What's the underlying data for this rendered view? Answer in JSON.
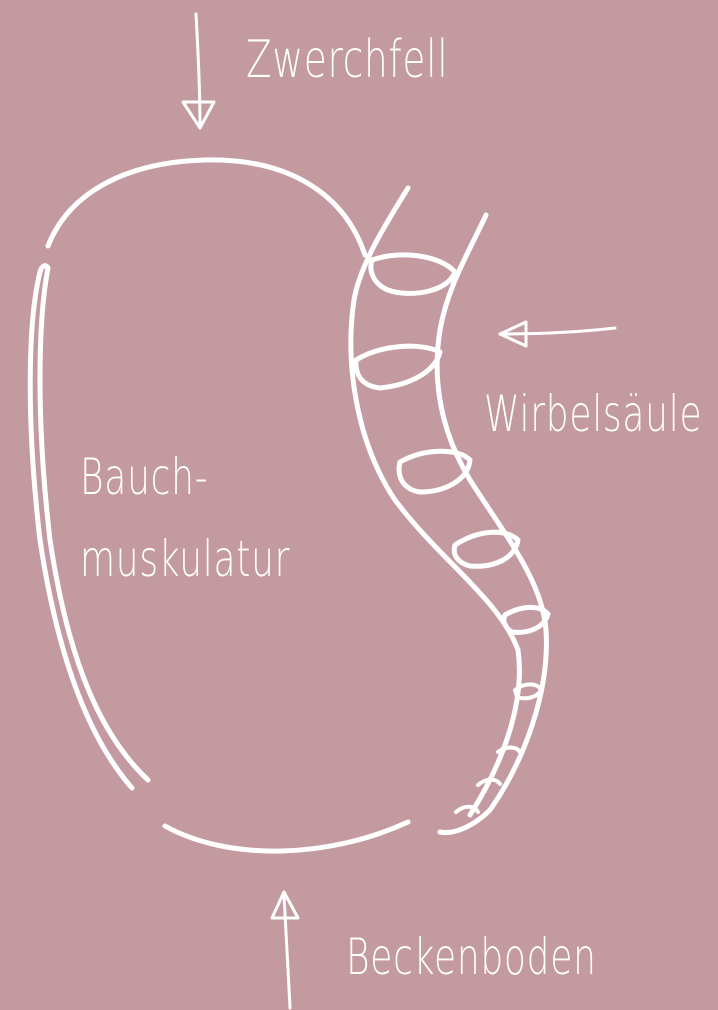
{
  "diagram": {
    "background_color": "#c49aa1",
    "line_color": "#ffffff",
    "labels": {
      "diaphragm": "Zwerchfell",
      "spine": "Wirbelsäule",
      "abdominal_line1": "Bauch-",
      "abdominal_line2": "muskulatur",
      "pelvic_floor": "Beckenboden"
    },
    "arrows": {
      "diaphragm_arrow": "arrow-down-icon",
      "spine_arrow": "arrow-left-icon",
      "pelvic_arrow": "arrow-up-icon"
    }
  }
}
